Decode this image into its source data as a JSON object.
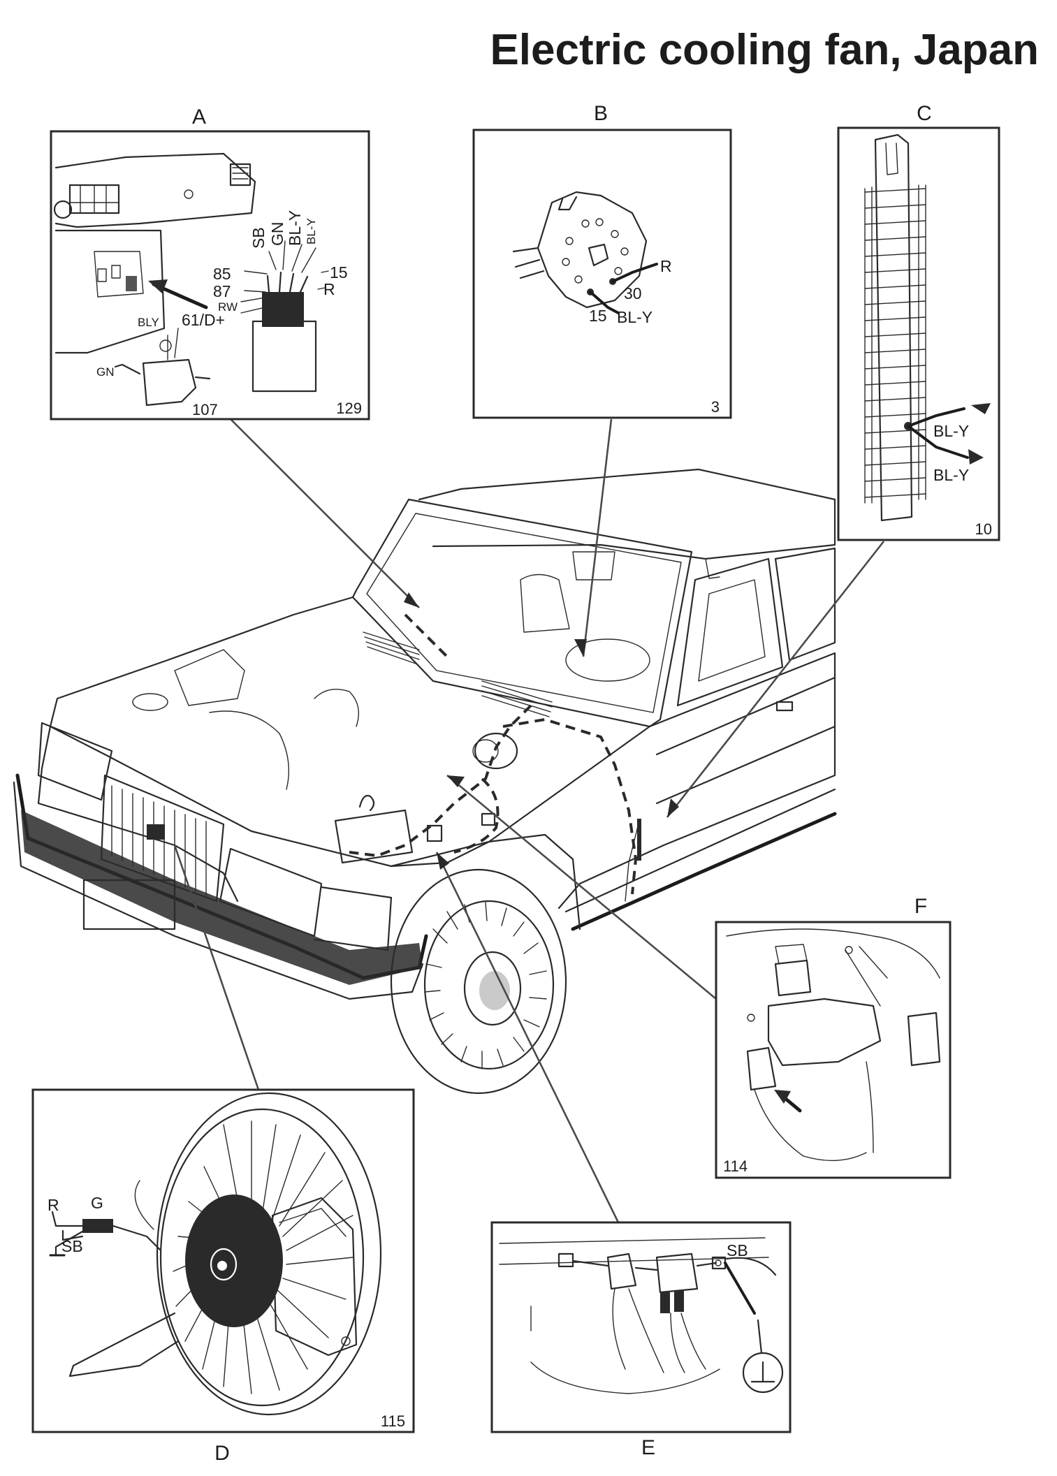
{
  "title": "Electric cooling fan, Japan",
  "panels": {
    "A": {
      "letter": "A",
      "numbers": [
        "107",
        "129"
      ],
      "wires": [
        "SB",
        "GN",
        "BL-Y",
        "BL-Y",
        "85",
        "15",
        "87",
        "R",
        "RW",
        "61/D+",
        "BLY",
        "GN"
      ]
    },
    "B": {
      "letter": "B",
      "number": "3",
      "wires": [
        "R",
        "30",
        "15",
        "BL-Y"
      ]
    },
    "C": {
      "letter": "C",
      "number": "10",
      "wires": [
        "BL-Y",
        "BL-Y"
      ]
    },
    "D": {
      "letter": "D",
      "number": "115",
      "wires": [
        "R",
        "G",
        "SB"
      ]
    },
    "E": {
      "letter": "E",
      "wires": [
        "SB"
      ]
    },
    "F": {
      "letter": "F",
      "number": "114"
    }
  },
  "colors": {
    "ink": "#1c1c1c",
    "paper": "#ffffff"
  }
}
